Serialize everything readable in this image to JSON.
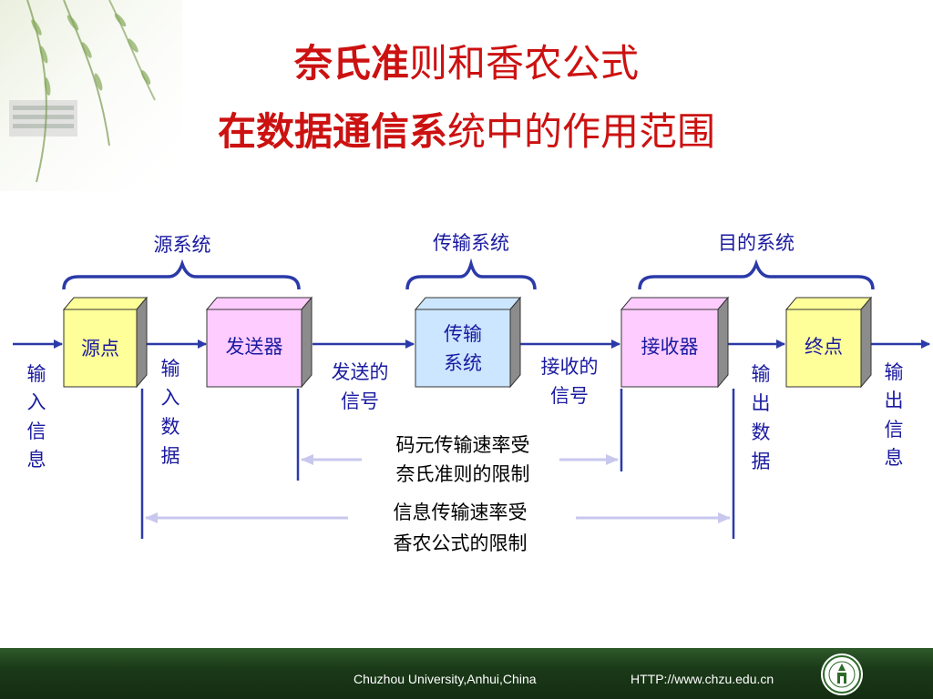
{
  "title": {
    "line1_highlight": "奈氏准",
    "line1_rest": "则和香农公式",
    "line2_highlight": "在数据通信系",
    "line2_rest": "统中的作用范围"
  },
  "diagram": {
    "groups": {
      "source_system": "源系统",
      "transmission_system": "传输系统",
      "destination_system": "目的系统"
    },
    "boxes": {
      "source": "源点",
      "sender": "发送器",
      "transmission_line1": "传输",
      "transmission_line2": "系统",
      "receiver": "接收器",
      "destination": "终点"
    },
    "labels": {
      "input_info": [
        "输",
        "入",
        "信",
        "息"
      ],
      "input_data": [
        "输",
        "入",
        "数",
        "据"
      ],
      "sent_signal": [
        "发送的",
        "信号"
      ],
      "received_signal": [
        "接收的",
        "信号"
      ],
      "output_data": [
        "输",
        "出",
        "数",
        "据"
      ],
      "output_info": [
        "输",
        "出",
        "信",
        "息"
      ]
    },
    "ranges": {
      "nyquist": [
        "码元传输速率受",
        "奈氏准则的限制"
      ],
      "shannon": [
        "信息传输速率受",
        "香农公式的限制"
      ]
    },
    "colors": {
      "text_blue": "#1a1aa0",
      "source_box": "#ffff99",
      "sender_box": "#ffccff",
      "transmission_box": "#cce6ff",
      "receiver_box": "#ffccff",
      "destination_box": "#ffff99",
      "brace": "#2b3aa8",
      "range_arrow": "#c8c8ee"
    }
  },
  "footer": {
    "university": "Chuzhou University,Anhui,China",
    "url": "HTTP://www.chzu.edu.cn"
  }
}
